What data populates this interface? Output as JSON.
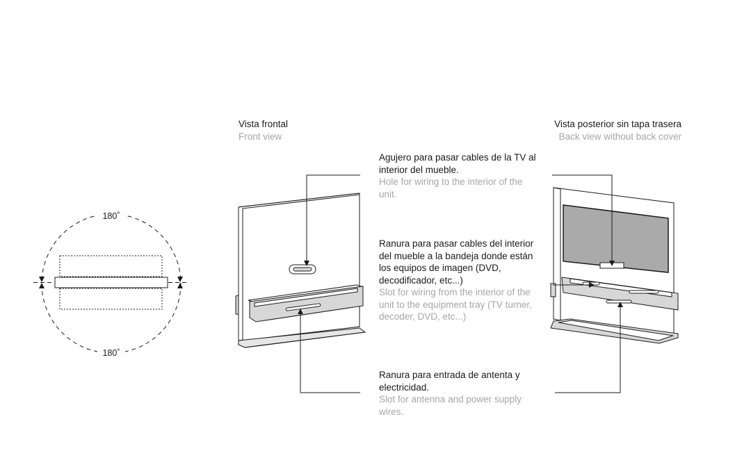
{
  "rotation": {
    "top_angle": "180˚",
    "bottom_angle": "180˚"
  },
  "front_view": {
    "title_es": "Vista frontal",
    "title_en": "Front view"
  },
  "back_view": {
    "title_es": "Vista posterior sin tapa trasera",
    "title_en": "Back view without back cover"
  },
  "callouts": [
    {
      "es": "Agujero para pasar cables de la TV al interior del mueble.",
      "en": "Hole for wiring to the interior of the unit."
    },
    {
      "es": "Ranura para pasar cables del interior del mueble a la bandeja donde están los equipos de imagen (DVD, decodificador, etc...)",
      "en": "Slot for wiring from the interior of the unit to the equipment tray (TV turner, decoder, DVD, etc...)"
    },
    {
      "es": "Ranura para entrada de antenta y electricidad.",
      "en": "Slot for antenna and power supply wires."
    }
  ],
  "colors": {
    "line": "#1a1a1a",
    "muted_text": "#a6a6a6",
    "panel_fill": "#aaaaaa",
    "tray_fill": "#d7d7d7"
  }
}
